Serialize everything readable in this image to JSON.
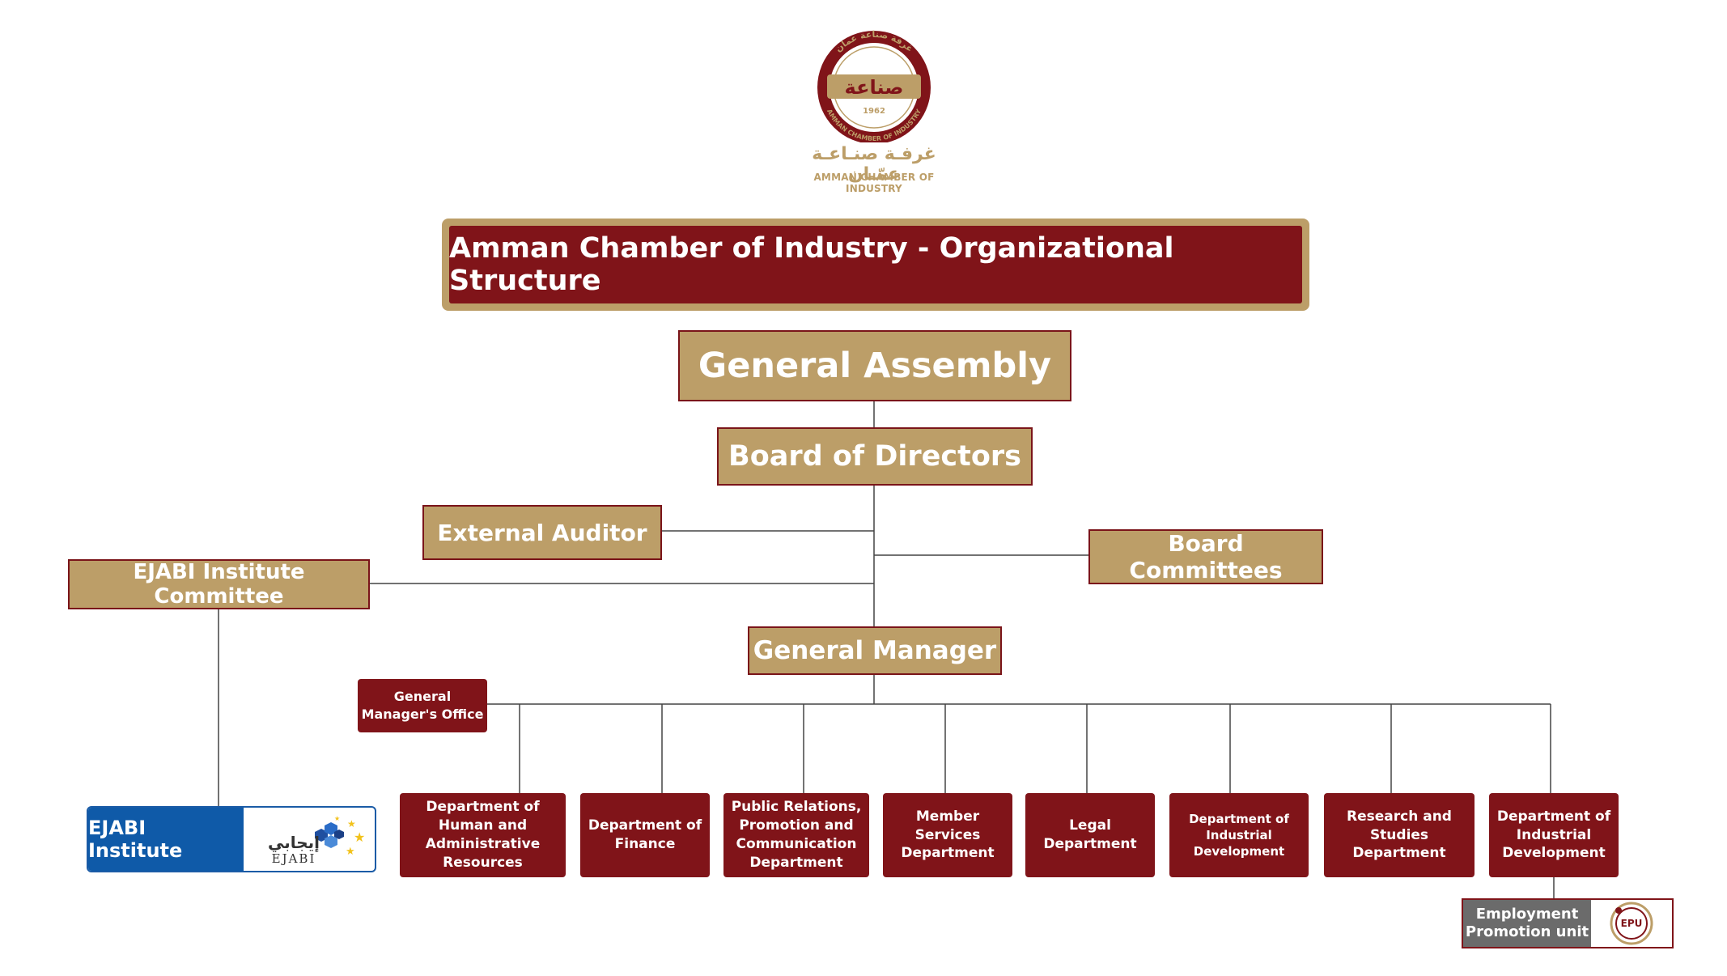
{
  "logo": {
    "arabic_name": "غرفـة صنـاعـة عمّـان",
    "english_name": "AMMAN CHAMBER OF INDUSTRY",
    "emblem_word": "صناعة",
    "emblem_arabic_ring": "غرفة صناعة عمان",
    "emblem_english_ring": "AMMAN CHAMBER OF INDUSTRY",
    "emblem_year": "1962"
  },
  "title": "Amman Chamber of Industry - Organizational Structure",
  "nodes": {
    "general_assembly": "General Assembly",
    "board_of_directors": "Board of Directors",
    "external_auditor": "External Auditor",
    "board_committees": "Board Committees",
    "ejabi_committee": "EJABI Institute Committee",
    "general_manager": "General Manager",
    "gm_office": "General Manager's Office"
  },
  "departments": [
    "Department of Human and Administrative Resources",
    "Department of Finance",
    "Public Relations, Promotion and Communication Department",
    "Member Services Department",
    "Legal Department",
    "Department of Industrial Development",
    "Research and Studies Department",
    "Department of Industrial Development"
  ],
  "ejabi": {
    "label": "EJABI Institute",
    "logo_arabic": "إيجابي",
    "logo_latin": "EJABI"
  },
  "epu": {
    "label": "Employment Promotion unit",
    "logo_text": "EPU"
  },
  "colors": {
    "maroon": "#801419",
    "gold": "#bc9e68",
    "ejabi_blue": "#0f5aa8",
    "epu_grey": "#6b6b6b",
    "connector": "#444444"
  }
}
